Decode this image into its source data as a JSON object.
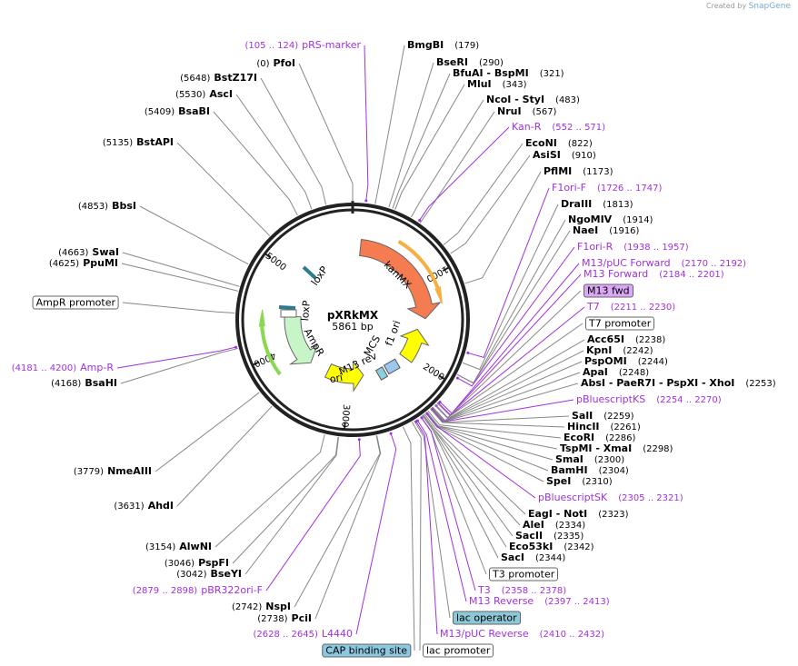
{
  "credit": {
    "prefix": "Created by",
    "brand": "SnapGene"
  },
  "plasmid": {
    "name": "pXRkMX",
    "size": "5861 bp",
    "length": 5861
  },
  "ticks": [
    "1000",
    "2000",
    "3000",
    "4000",
    "5000"
  ],
  "features": [
    {
      "name": "kanMX",
      "color": "#f47c50",
      "start": 100,
      "end": 1450,
      "direction": "forward"
    },
    {
      "name": "AmpR",
      "color": "#c8f5c8",
      "start": 3650,
      "end": 4450,
      "direction": "reverse"
    },
    {
      "name": "ori",
      "color": "#ffff00",
      "start": 2750,
      "end": 3350,
      "direction": "reverse"
    },
    {
      "name": "f1 ori",
      "color": "#ffff00",
      "start": 1600,
      "end": 2050,
      "direction": "reverse"
    },
    {
      "name": "loxP",
      "color": "#2f7a8c"
    },
    {
      "name": "loxP",
      "color": "#2f7a8c"
    },
    {
      "name": "MCS"
    },
    {
      "name": "M13 rev"
    }
  ],
  "orfs": [
    {
      "color": "#f5b041",
      "start": 500,
      "end": 1300
    },
    {
      "color": "#8bd850",
      "start": 3800,
      "end": 4500
    }
  ],
  "left_labels": [
    {
      "name": "pRS-marker",
      "site": "105 .. 124",
      "kind": "primer"
    },
    {
      "name": "PfoI",
      "site": "0",
      "kind": "enzyme"
    },
    {
      "name": "BstZ17I",
      "site": "5648",
      "kind": "enzyme"
    },
    {
      "name": "AscI",
      "site": "5530",
      "kind": "enzyme"
    },
    {
      "name": "BsaBI",
      "site": "5409",
      "kind": "enzyme"
    },
    {
      "name": "BstAPI",
      "site": "5135",
      "kind": "enzyme"
    },
    {
      "name": "BbsI",
      "site": "4853",
      "kind": "enzyme"
    },
    {
      "name": "SwaI",
      "site": "4663",
      "kind": "enzyme"
    },
    {
      "name": "PpuMI",
      "site": "4625",
      "kind": "enzyme"
    },
    {
      "name": "AmpR promoter",
      "site": "4450",
      "kind": "feature",
      "color": "#ffffff"
    },
    {
      "name": "Amp-R",
      "site": "4181 .. 4200",
      "kind": "primer"
    },
    {
      "name": "BsaHI",
      "site": "4168",
      "kind": "enzyme"
    },
    {
      "name": "NmeAIII",
      "site": "3779",
      "kind": "enzyme"
    },
    {
      "name": "AhdI",
      "site": "3631",
      "kind": "enzyme"
    },
    {
      "name": "AlwNI",
      "site": "3154",
      "kind": "enzyme"
    },
    {
      "name": "PspFI",
      "site": "3046",
      "kind": "enzyme"
    },
    {
      "name": "BseYI",
      "site": "3042",
      "kind": "enzyme"
    },
    {
      "name": "pBR322ori-F",
      "site": "2879 .. 2898",
      "kind": "primer"
    },
    {
      "name": "NspI",
      "site": "2742",
      "kind": "enzyme"
    },
    {
      "name": "PciI",
      "site": "2738",
      "kind": "enzyme"
    },
    {
      "name": "L4440",
      "site": "2628 .. 2645",
      "kind": "primer"
    },
    {
      "name": "CAP binding site",
      "site": "2520",
      "kind": "feature",
      "color": "#8cc8e0"
    }
  ],
  "right_labels": [
    {
      "name": "BmgBI",
      "site": "179",
      "kind": "enzyme"
    },
    {
      "name": "BseRI",
      "site": "290",
      "kind": "enzyme"
    },
    {
      "name": "BfuAI  - BspMI",
      "site": "321",
      "kind": "enzyme"
    },
    {
      "name": "MluI",
      "site": "343",
      "kind": "enzyme"
    },
    {
      "name": "NcoI  - StyI",
      "site": "483",
      "kind": "enzyme"
    },
    {
      "name": "NruI",
      "site": "567",
      "kind": "enzyme"
    },
    {
      "name": "Kan-R",
      "site": "552 .. 571",
      "kind": "primer"
    },
    {
      "name": "EcoNI",
      "site": "822",
      "kind": "enzyme"
    },
    {
      "name": "AsiSI",
      "site": "910",
      "kind": "enzyme"
    },
    {
      "name": "PflMI",
      "site": "1173",
      "kind": "enzyme"
    },
    {
      "name": "F1ori-F",
      "site": "1726 .. 1747",
      "kind": "primer"
    },
    {
      "name": "DraIII",
      "site": "1813",
      "kind": "enzyme"
    },
    {
      "name": "NgoMIV",
      "site": "1914",
      "kind": "enzyme"
    },
    {
      "name": "NaeI",
      "site": "1916",
      "kind": "enzyme"
    },
    {
      "name": "F1ori-R",
      "site": "1938 .. 1957",
      "kind": "primer"
    },
    {
      "name": "M13/pUC Forward",
      "site": "2170 .. 2192",
      "kind": "primer"
    },
    {
      "name": "M13 Forward",
      "site": "2184 .. 2201",
      "kind": "primer"
    },
    {
      "name": "M13 fwd",
      "site": "2190",
      "kind": "feature",
      "color": "#dba8f5"
    },
    {
      "name": "T7",
      "site": "2211 .. 2230",
      "kind": "primer"
    },
    {
      "name": "T7 promoter",
      "site": "2215",
      "kind": "feature",
      "color": "#ffffff"
    },
    {
      "name": "Acc65I",
      "site": "2238",
      "kind": "enzyme"
    },
    {
      "name": "KpnI",
      "site": "2242",
      "kind": "enzyme"
    },
    {
      "name": "PspOMI",
      "site": "2244",
      "kind": "enzyme"
    },
    {
      "name": "ApaI",
      "site": "2248",
      "kind": "enzyme"
    },
    {
      "name": "AbsI  - PaeR7I  - PspXI  - XhoI",
      "site": "2253",
      "kind": "enzyme"
    },
    {
      "name": "pBluescriptKS",
      "site": "2254 .. 2270",
      "kind": "primer"
    },
    {
      "name": "SalI",
      "site": "2259",
      "kind": "enzyme"
    },
    {
      "name": "HincII",
      "site": "2261",
      "kind": "enzyme"
    },
    {
      "name": "EcoRI",
      "site": "2286",
      "kind": "enzyme"
    },
    {
      "name": "TspMI  - XmaI",
      "site": "2298",
      "kind": "enzyme"
    },
    {
      "name": "SmaI",
      "site": "2300",
      "kind": "enzyme"
    },
    {
      "name": "BamHI",
      "site": "2304",
      "kind": "enzyme"
    },
    {
      "name": "SpeI",
      "site": "2310",
      "kind": "enzyme"
    },
    {
      "name": "pBluescriptSK",
      "site": "2305 .. 2321",
      "kind": "primer"
    },
    {
      "name": "EagI  - NotI",
      "site": "2323",
      "kind": "enzyme"
    },
    {
      "name": "AleI",
      "site": "2334",
      "kind": "enzyme"
    },
    {
      "name": "SacII",
      "site": "2335",
      "kind": "enzyme"
    },
    {
      "name": "Eco53kI",
      "site": "2342",
      "kind": "enzyme"
    },
    {
      "name": "SacI",
      "site": "2344",
      "kind": "enzyme"
    },
    {
      "name": "T3 promoter",
      "site": "2360",
      "kind": "feature",
      "color": "#ffffff"
    },
    {
      "name": "T3",
      "site": "2358 .. 2378",
      "kind": "primer"
    },
    {
      "name": "M13 Reverse",
      "site": "2397 .. 2413",
      "kind": "primer"
    },
    {
      "name": "lac operator",
      "site": "2420",
      "kind": "feature",
      "color": "#8cc8d8"
    },
    {
      "name": "M13/pUC Reverse",
      "site": "2410 .. 2432",
      "kind": "primer"
    },
    {
      "name": "lac promoter",
      "site": "2440",
      "kind": "feature",
      "color": "#ffffff"
    }
  ]
}
